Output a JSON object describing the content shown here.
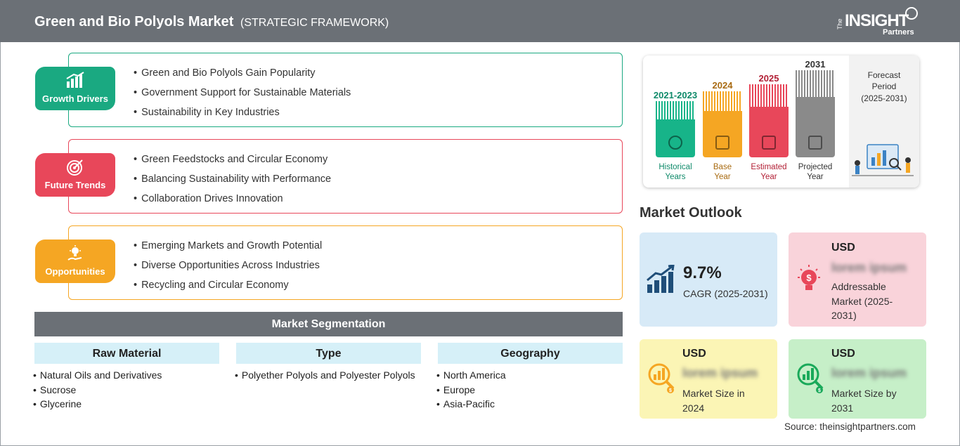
{
  "header": {
    "title": "Green and Bio Polyols Market",
    "subtitle": "(STRATEGIC FRAMEWORK)",
    "logo": {
      "the": "The",
      "insight": "INSIGHT",
      "partners": "Partners"
    }
  },
  "framework": [
    {
      "label": "Growth Drivers",
      "icon": "bar-chart-growth-icon",
      "color": "#1aa981",
      "items": [
        "Green and Bio Polyols Gain Popularity",
        "Government Support for Sustainable Materials",
        "Sustainability in Key Industries"
      ]
    },
    {
      "label": "Future Trends",
      "icon": "target-icon",
      "color": "#e8475a",
      "items": [
        "Green Feedstocks and Circular Economy",
        "Balancing Sustainability with Performance",
        "Collaboration Drives Innovation"
      ]
    },
    {
      "label": "Opportunities",
      "icon": "lightbulb-hand-icon",
      "color": "#f5a623",
      "items": [
        "Emerging Markets and Growth Potential",
        "Diverse Opportunities Across Industries",
        "Recycling and Circular Economy"
      ]
    }
  ],
  "segmentation": {
    "title": "Market Segmentation",
    "columns": [
      {
        "heading": "Raw Material",
        "items": [
          "Natural Oils and Derivatives",
          "Sucrose",
          "Glycerine"
        ]
      },
      {
        "heading": "Type",
        "items": [
          "Polyether Polyols and Polyester Polyols"
        ]
      },
      {
        "heading": "Geography",
        "items": [
          "North America",
          "Europe",
          "Asia-Pacific"
        ]
      }
    ]
  },
  "timeline": {
    "columns": [
      {
        "year": "2021-2023",
        "label": [
          "Historical",
          "Years"
        ],
        "color": "#17b489",
        "text_color": "#0f8a6a"
      },
      {
        "year": "2024",
        "label": [
          "Base",
          "Year"
        ],
        "color": "#f5a623",
        "text_color": "#a86a10"
      },
      {
        "year": "2025",
        "label": [
          "Estimated",
          "Year"
        ],
        "color": "#e8475a",
        "text_color": "#b21f35"
      },
      {
        "year": "2031",
        "label": [
          "Projected",
          "Year"
        ],
        "color": "#8a8a8a",
        "text_color": "#333333"
      }
    ],
    "forecast": {
      "line1": "Forecast",
      "line2": "Period",
      "line3": "(2025-2031)"
    }
  },
  "outlook": {
    "title": "Market Outlook",
    "cagr": {
      "value": "9.7%",
      "label": "CAGR (2025-2031)",
      "bg": "#d7eaf7"
    },
    "addressable": {
      "currency": "USD",
      "value": "lorem ipsum",
      "label": [
        "Addressable",
        "Market (2025-",
        "2031)"
      ],
      "bg": "#f9d3da"
    },
    "size2024": {
      "currency": "USD",
      "value": "lorem ipsum",
      "label": [
        "Market Size in",
        "2024"
      ],
      "bg": "#fbf5b5"
    },
    "size2031": {
      "currency": "USD",
      "value": "lorem ipsum",
      "label": [
        "Market Size by",
        "2031"
      ],
      "bg": "#c6efc8"
    }
  },
  "source": "Source: theinsightpartners.com"
}
